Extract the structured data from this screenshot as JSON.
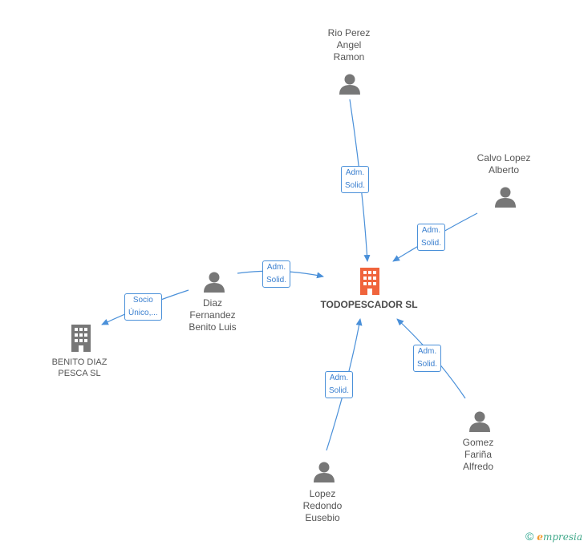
{
  "colors": {
    "edge": "#4a90d9",
    "person": "#777777",
    "company": "#777777",
    "central": "#f0643c"
  },
  "central": {
    "name": "TODOPESCADOR SL"
  },
  "people": {
    "rio": [
      "Rio Perez",
      "Angel",
      "Ramon"
    ],
    "calvo": [
      "Calvo Lopez",
      "Alberto"
    ],
    "diaz": [
      "Diaz",
      "Fernandez",
      "Benito Luis"
    ],
    "lopez": [
      "Lopez",
      "Redondo",
      "Eusebio"
    ],
    "gomez": [
      "Gomez",
      "Fariña",
      "Alfredo"
    ]
  },
  "companies": {
    "benito": [
      "BENITO DIAZ",
      "PESCA SL"
    ]
  },
  "relations": {
    "rio": [
      "Adm.",
      "Solid."
    ],
    "calvo": [
      "Adm.",
      "Solid."
    ],
    "diaz": [
      "Adm.",
      "Solid."
    ],
    "lopez": [
      "Adm.",
      "Solid."
    ],
    "gomez": [
      "Adm.",
      "Solid."
    ],
    "benito": [
      "Socio",
      "Único,..."
    ]
  },
  "footer": {
    "copyright": "©",
    "brand_initial": "e",
    "brand_rest": "mpresia"
  }
}
